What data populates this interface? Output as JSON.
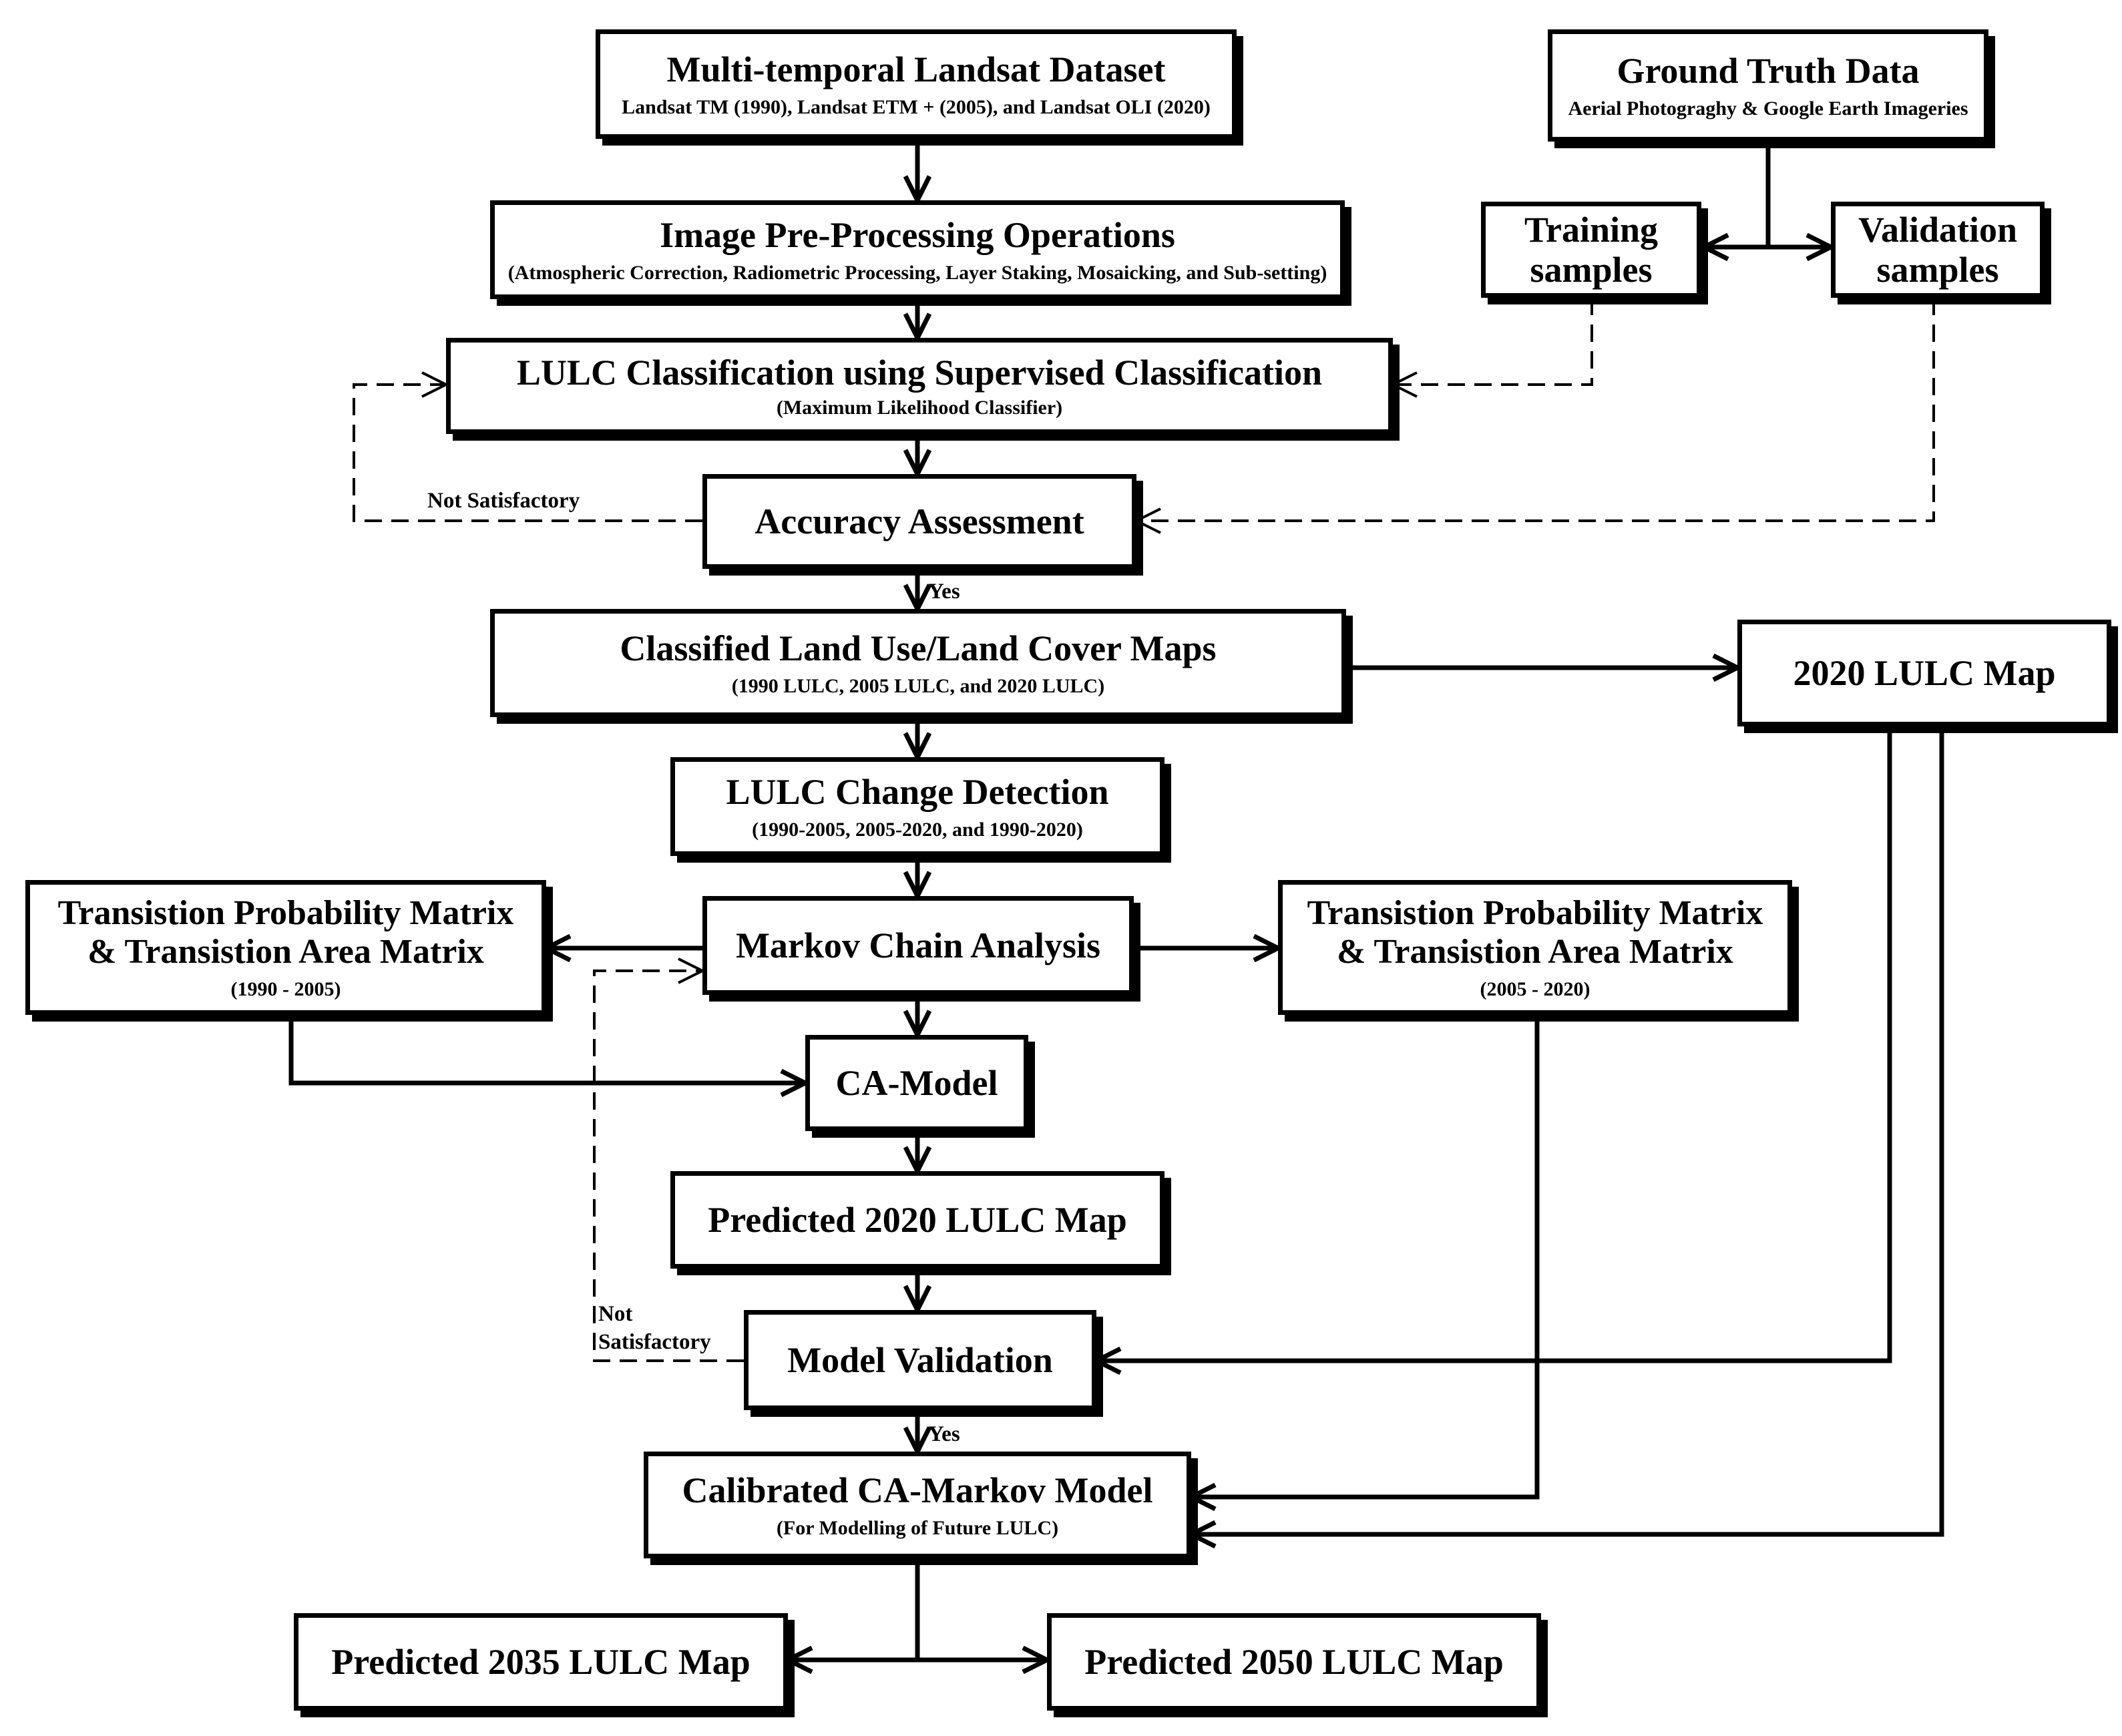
{
  "colors": {
    "line": "#000000",
    "background": "#ffffff"
  },
  "nodes": {
    "landsat": {
      "title": "Multi-temporal Landsat Dataset",
      "subtitle": "Landsat TM (1990), Landsat ETM + (2005), and Landsat OLI (2020)"
    },
    "ground_truth": {
      "title": "Ground Truth Data",
      "subtitle": "Aerial Photograghy & Google Earth Imageries"
    },
    "preprocessing": {
      "title": "Image Pre-Processing Operations",
      "subtitle": "(Atmospheric Correction, Radiometric Processing, Layer Staking, Mosaicking, and Sub-setting)"
    },
    "training": {
      "line1": "Training",
      "line2": "samples"
    },
    "validation": {
      "line1": "Validation",
      "line2": "samples"
    },
    "classification": {
      "title": "LULC Classification using Supervised Classification",
      "subtitle": "(Maximum Likelihood Classifier)"
    },
    "accuracy": {
      "title": "Accuracy Assessment"
    },
    "classified_maps": {
      "title": "Classified Land Use/Land Cover Maps",
      "subtitle": "(1990 LULC, 2005 LULC, and 2020 LULC)"
    },
    "lulc_2020": {
      "title": "2020 LULC Map"
    },
    "change_detection": {
      "title": "LULC Change Detection",
      "subtitle": "(1990-2005, 2005-2020, and 1990-2020)"
    },
    "tpm_left": {
      "line1": "Transistion Probability Matrix",
      "line2": "& Transistion Area Matrix",
      "subtitle": "(1990 - 2005)"
    },
    "markov": {
      "title": "Markov Chain Analysis"
    },
    "tpm_right": {
      "line1": "Transistion Probability Matrix",
      "line2": "& Transistion Area Matrix",
      "subtitle": "(2005 - 2020)"
    },
    "ca_model": {
      "title": "CA-Model"
    },
    "predicted_2020": {
      "title": "Predicted 2020 LULC Map"
    },
    "model_validation": {
      "title": "Model Validation"
    },
    "calibrated": {
      "title": "Calibrated CA-Markov Model",
      "subtitle": "(For Modelling of Future LULC)"
    },
    "predicted_2035": {
      "title": "Predicted 2035 LULC Map"
    },
    "predicted_2050": {
      "title": "Predicted 2050 LULC Map"
    }
  },
  "labels": {
    "not_satisfactory_1": "Not Satisfactory",
    "yes_1": "Yes",
    "not_satisfactory_2_line1": "Not",
    "not_satisfactory_2_line2": "Satisfactory",
    "yes_2": "Yes"
  }
}
